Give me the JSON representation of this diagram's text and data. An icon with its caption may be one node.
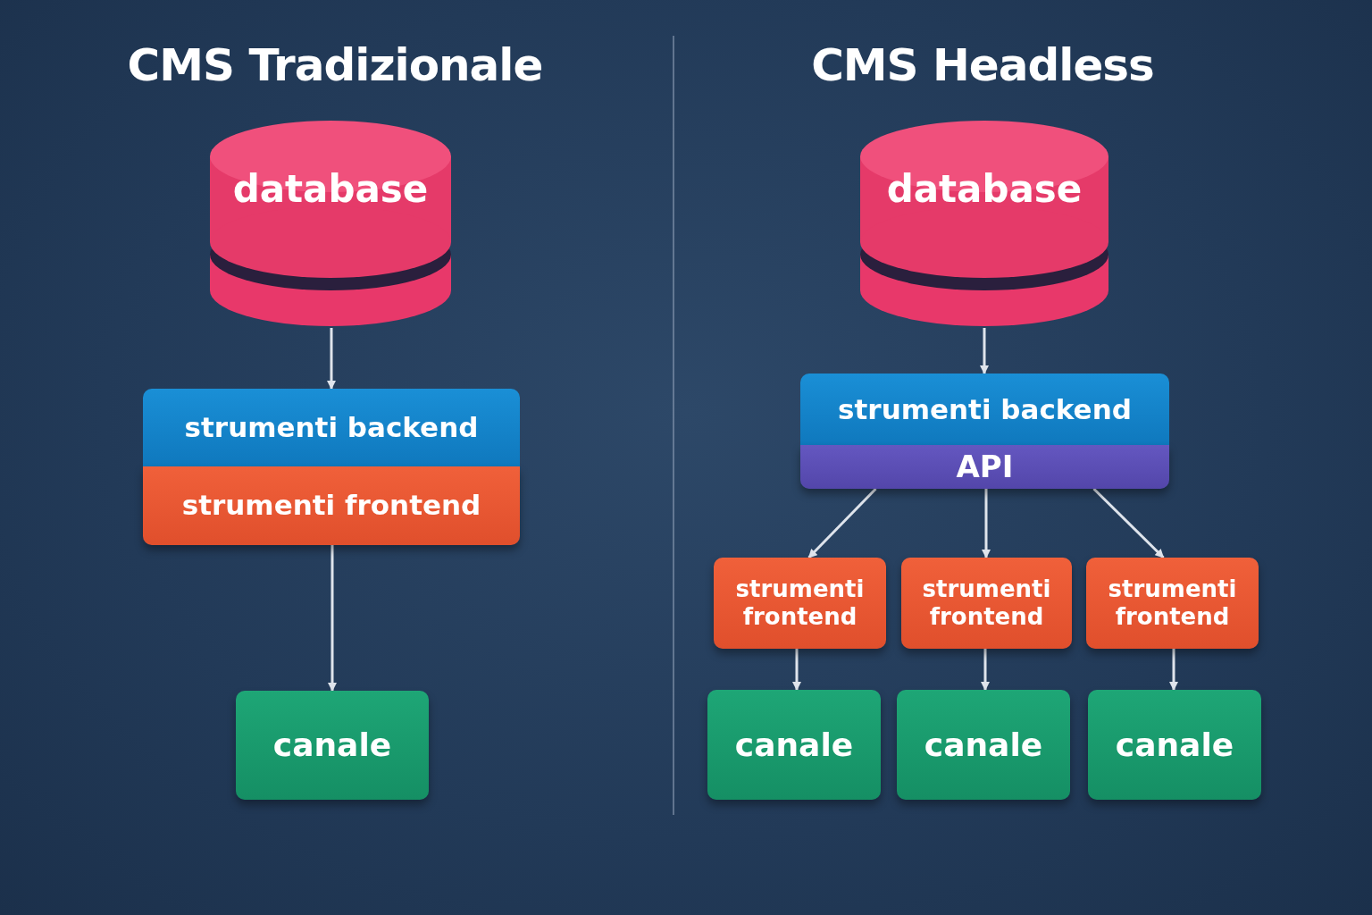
{
  "diagram": {
    "nodes": [
      {
        "text": [
          "database"
        ]
      },
      {
        "text": [
          "strumenti backend"
        ]
      },
      {
        "text": [
          "strumenti frontend"
        ]
      },
      {
        "text": [
          "canale"
        ]
      },
      {
        "text": [
          "database"
        ]
      },
      {
        "text": [
          "strumenti backend"
        ]
      },
      {
        "text": [
          "API"
        ]
      },
      {
        "text": [
          "strumenti frontend"
        ]
      },
      {
        "text": [
          "strumenti frontend"
        ]
      },
      {
        "text": [
          "strumenti frontend"
        ]
      },
      {
        "text": [
          "canale"
        ]
      },
      {
        "text": [
          "canale"
        ]
      },
      {
        "text": [
          "canale"
        ]
      }
    ],
    "edges": [
      {
        "from": 0,
        "to": 1,
        "arrow": "to"
      },
      {
        "from": 2,
        "to": 3,
        "arrow": "to"
      },
      {
        "from": 4,
        "to": 5,
        "arrow": "to"
      },
      {
        "from": 6,
        "to": 7,
        "arrow": "to"
      },
      {
        "from": 6,
        "to": 8,
        "arrow": "to"
      },
      {
        "from": 6,
        "to": 9,
        "arrow": "to"
      },
      {
        "from": 7,
        "to": 10,
        "arrow": "to"
      },
      {
        "from": 8,
        "to": 11,
        "arrow": "to"
      },
      {
        "from": 9,
        "to": 12,
        "arrow": "to"
      }
    ],
    "labels": [
      "CMS Tradizionale",
      "CMS Headless"
    ]
  }
}
